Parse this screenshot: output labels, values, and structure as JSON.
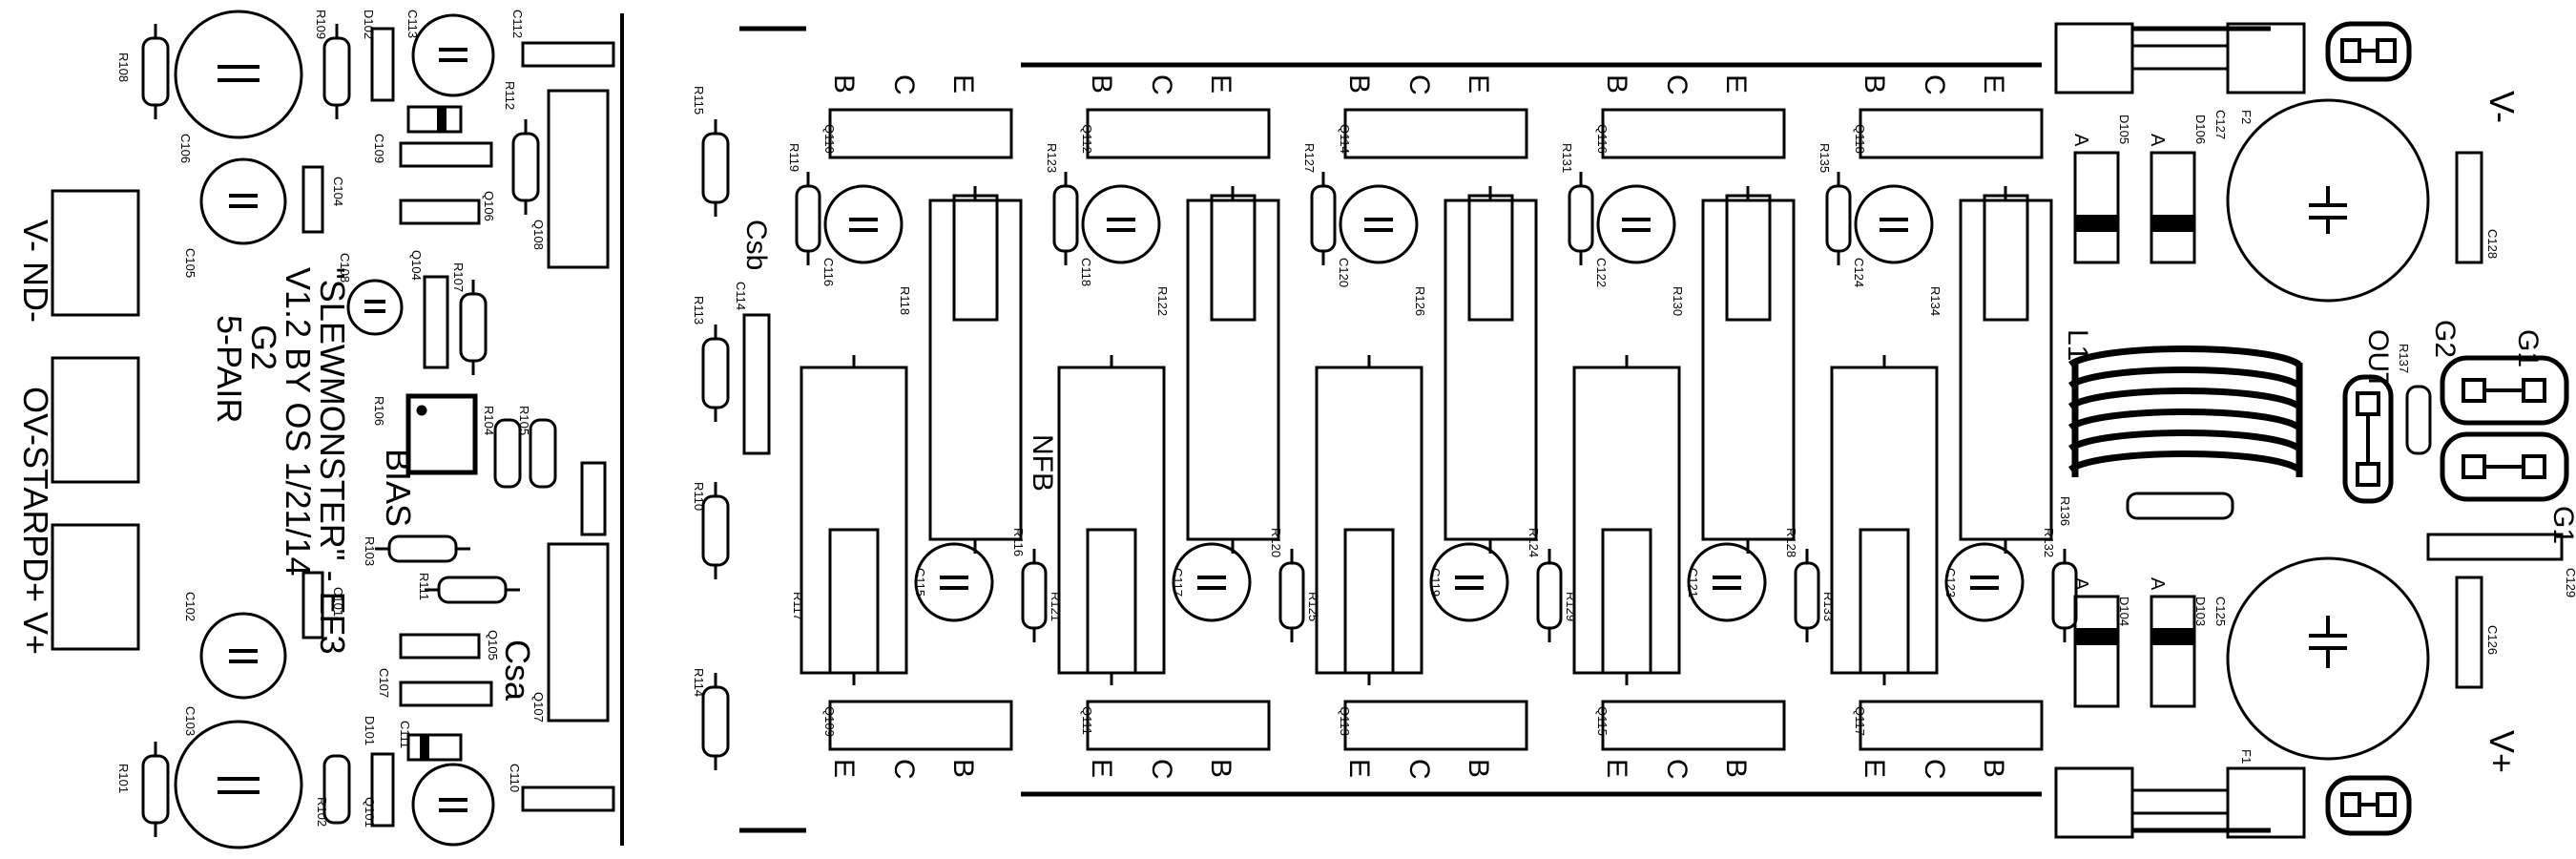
{
  "left_board": {
    "title_lines": [
      "\"SLEWMONSTER\" - EF3",
      "V1.2 BY OS 1/21/14",
      "G2",
      "5-PAIR"
    ],
    "bias_label": "BIAS",
    "csa_label": "Csa",
    "supply_pads": [
      {
        "label": "V-  ND-"
      },
      {
        "label": "OV-STAR"
      },
      {
        "label": "PD+  V+"
      }
    ],
    "parts_top": [
      "R108",
      "R109",
      "D102",
      "C113",
      "C112",
      "C106",
      "C105",
      "C104",
      "R112",
      "C109",
      "Q106",
      "Q108",
      "D102",
      "C108",
      "Q104",
      "R107",
      "R106",
      "R104",
      "R105"
    ],
    "parts_bottom": [
      "R103",
      "R111",
      "Q105",
      "Q107",
      "C102",
      "C103",
      "C101",
      "C107",
      "D101",
      "C111",
      "C110",
      "R101",
      "R102",
      "Q101"
    ]
  },
  "right_board": {
    "csb_label": "Csb",
    "nfb_label": "NFB",
    "out_label": "OUT",
    "inductor_label": "L1",
    "vminus_label": "V-",
    "vplus_label": "V+",
    "g1_label": "G1",
    "g2_label": "G2",
    "g1b_label": "G1",
    "fuse_labels": [
      "F2",
      "F1"
    ],
    "side_resistors": [
      "R115",
      "R113",
      "R110",
      "R114"
    ],
    "c114_label": "C114",
    "top_transistors": [
      {
        "name": "Q110",
        "base_r": "R119",
        "cap": "C116",
        "emit_r": "R118"
      },
      {
        "name": "Q112",
        "base_r": "R123",
        "cap": "C118",
        "emit_r": "R122"
      },
      {
        "name": "Q114",
        "base_r": "R127",
        "cap": "C120",
        "emit_r": "R126"
      },
      {
        "name": "Q116",
        "base_r": "R131",
        "cap": "C122",
        "emit_r": "R130"
      },
      {
        "name": "Q118",
        "base_r": "R135",
        "cap": "C124",
        "emit_r": "R134"
      }
    ],
    "bottom_transistors": [
      {
        "name": "Q109",
        "base_r": "R116",
        "cap": "C115",
        "emit_r": "R117"
      },
      {
        "name": "Q111",
        "base_r": "R120",
        "cap": "C117",
        "emit_r": "R121"
      },
      {
        "name": "Q113",
        "base_r": "R124",
        "cap": "C119",
        "emit_r": "R125"
      },
      {
        "name": "Q115",
        "base_r": "R128",
        "cap": "C121",
        "emit_r": "R129"
      },
      {
        "name": "Q117",
        "base_r": "R132",
        "cap": "C123",
        "emit_r": "R133"
      }
    ],
    "pin_labels_top": [
      "B",
      "C",
      "E"
    ],
    "pin_labels_bottom": [
      "E",
      "C",
      "B"
    ],
    "diodes_top": [
      "D105",
      "D106"
    ],
    "diodes_bottom": [
      "D104",
      "D103"
    ],
    "anode_label": "A",
    "caps_right": [
      "C127",
      "C128",
      "C125",
      "C126",
      "C129"
    ],
    "resistors_right": [
      "R137",
      "R136"
    ]
  }
}
